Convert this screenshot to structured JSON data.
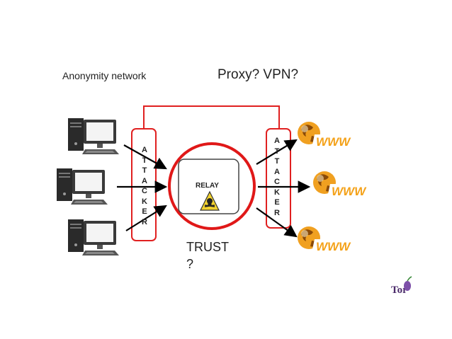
{
  "labels": {
    "anonymity_network": "Anonymity network",
    "proxy_vpn": "Proxy?  VPN?",
    "trust": "TRUST\n?",
    "relay": "RELAY",
    "attacker_left": "A\nT\nT\nA\nC\nK\nE\nR",
    "attacker_right": "A\nT\nT\nA\nC\nK\nE\nR",
    "www": "WWW",
    "tor_logo": "Tor"
  },
  "colors": {
    "attacker_border": "#e02020",
    "relay_ring": "#e01818",
    "arrows": "#000000",
    "globe": "#f0a020",
    "www_text": "#f4a21a"
  },
  "icons": {
    "computers": [
      "desktop-computer-icon",
      "desktop-computer-icon",
      "desktop-computer-icon"
    ],
    "websites": [
      "www-globe-icon",
      "www-globe-icon",
      "www-globe-icon"
    ],
    "relay": "skull-warning-icon",
    "logo": "tor-onion-logo"
  }
}
